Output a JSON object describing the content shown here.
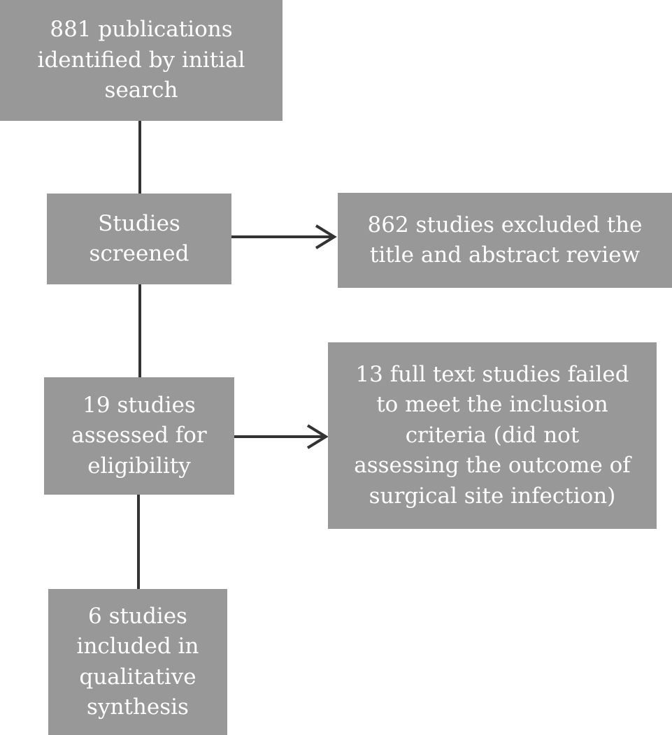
{
  "flowchart": {
    "boxes": {
      "identified": "881 publications\nidentified by initial\nsearch",
      "screened": "Studies\nscreened",
      "excluded_title_abstract": "862 studies excluded the\ntitle and abstract review",
      "assessed": "19 studies\nassessed for\neligibility",
      "excluded_full_text": "13 full text studies failed\nto meet the inclusion\ncriteria (did not\nassessing the outcome of\nsurgical site infection)",
      "included": "6 studies\nincluded in\nqualitative\nsynthesis"
    },
    "colors": {
      "box_fill": "#989898",
      "box_text": "#ffffff",
      "connector": "#333333"
    }
  }
}
